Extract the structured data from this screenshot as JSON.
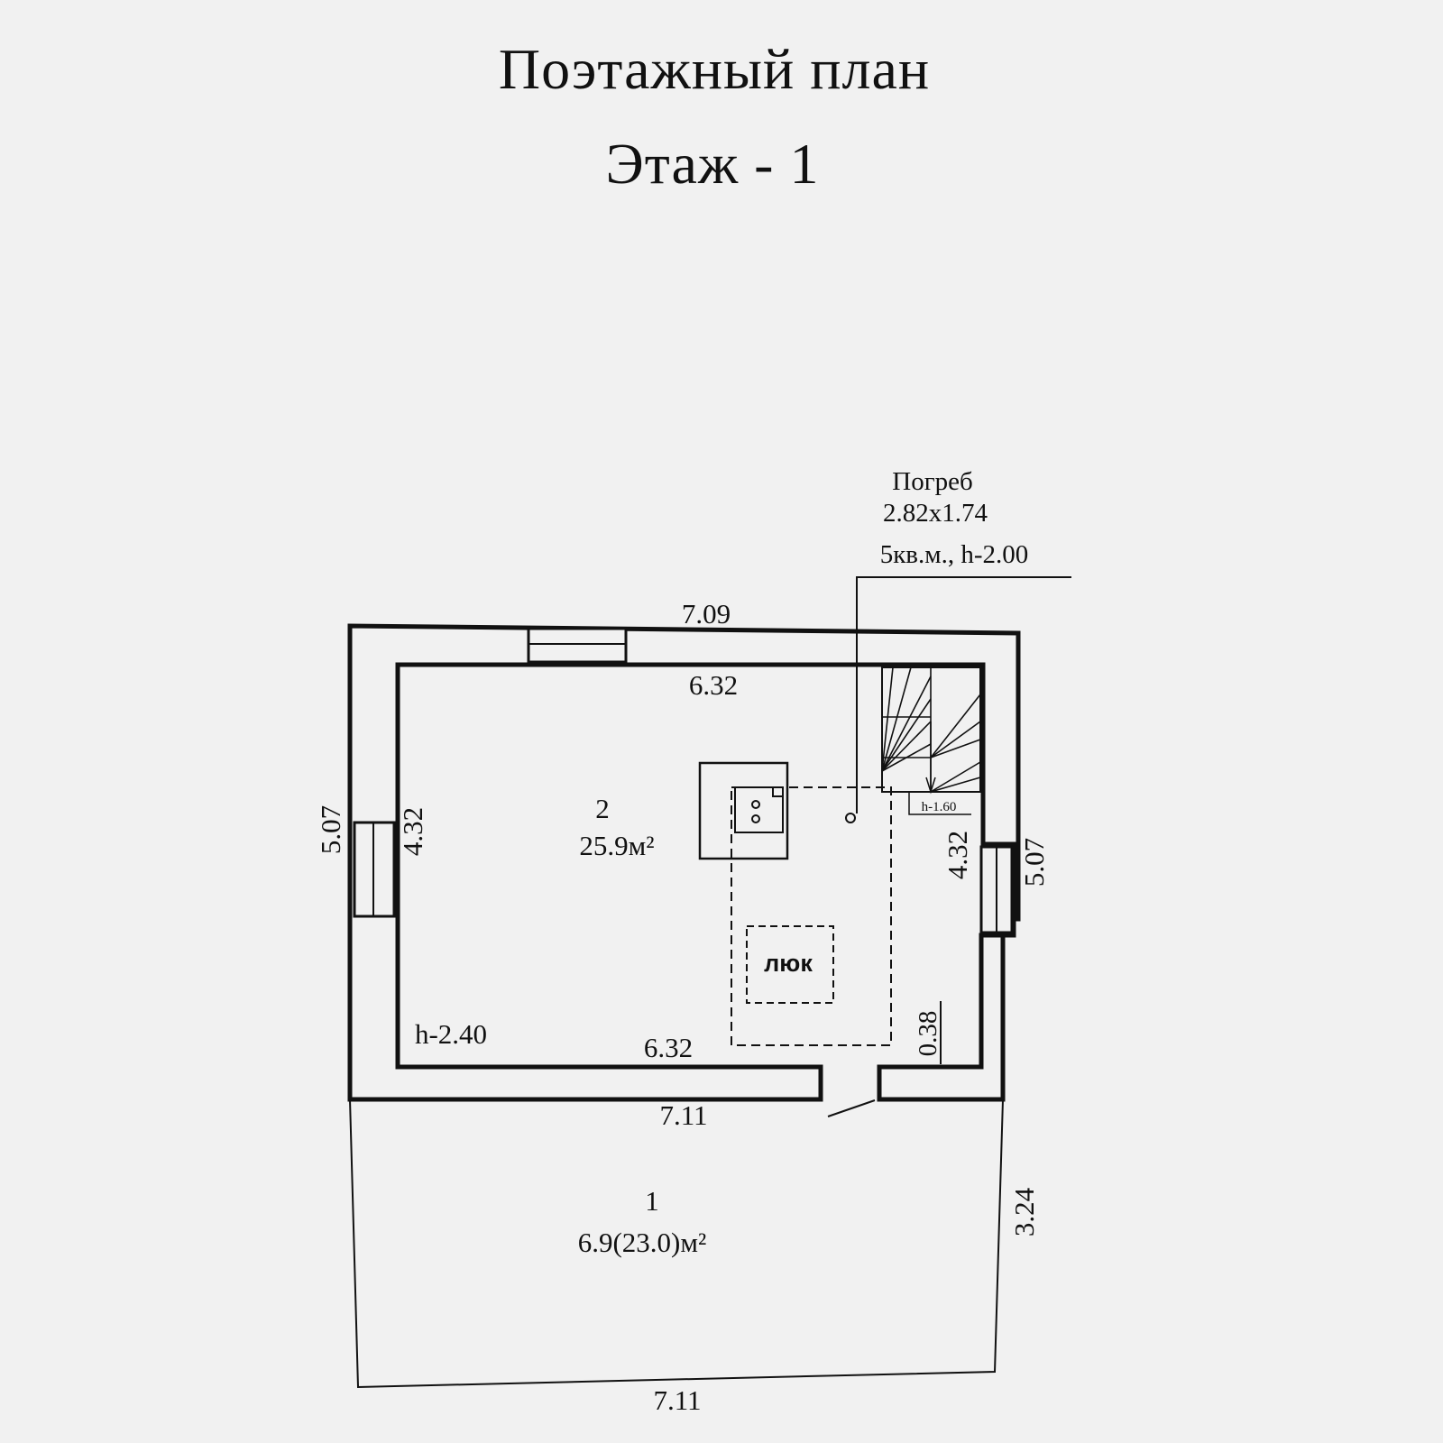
{
  "header": {
    "title": "Поэтажный план",
    "floor": "Этаж - 1"
  },
  "cellar": {
    "name": "Погреб",
    "size": "2.82x1.74",
    "area_height": "5кв.м., h-2.00"
  },
  "room2": {
    "number": "2",
    "area": "25.9м²",
    "height": "h-2.40",
    "hatch": "люк",
    "stair_height": "h-1.60"
  },
  "room1": {
    "number": "1",
    "area": "6.9(23.0)м²"
  },
  "dimensions": {
    "top_outer": "7.09",
    "top_inner": "6.32",
    "bottom_inner": "6.32",
    "bottom_outer": "7.11",
    "left_outer": "5.07",
    "left_inner": "4.32",
    "right_inner": "4.32",
    "right_outer": "5.07",
    "door_gap": "0.38",
    "veranda_side": "3.24",
    "veranda_bottom": "7.11"
  }
}
